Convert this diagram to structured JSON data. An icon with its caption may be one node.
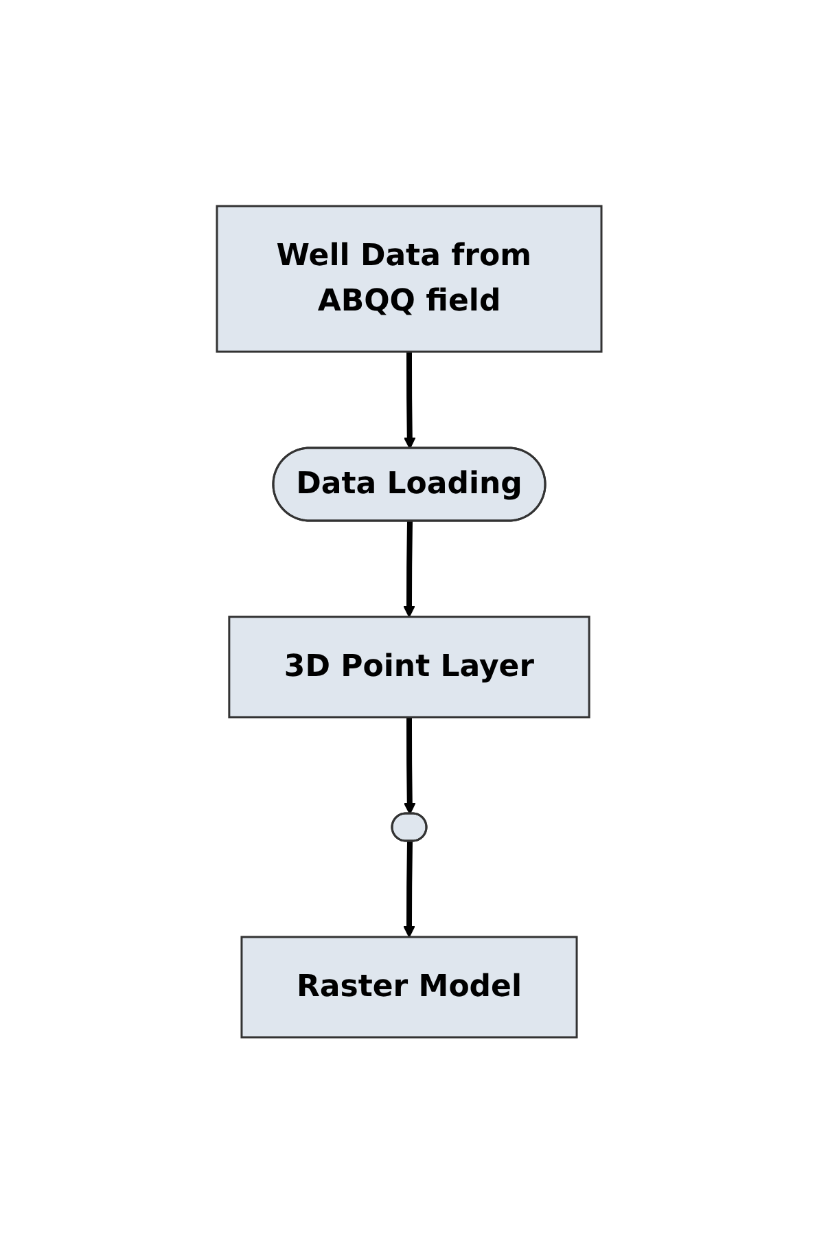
{
  "diagram": {
    "nodes": [
      {
        "text": [
          "Well Data from ABQQ field"
        ]
      },
      {
        "text": [
          "Data Loading"
        ]
      },
      {
        "text": [
          "3D Point Layer"
        ]
      },
      {
        "text": [],
        "shape": "ellipse"
      },
      {
        "text": [
          "Raster Model"
        ]
      }
    ],
    "edges": [
      {
        "from": 0,
        "to": 1,
        "arrow": "to"
      },
      {
        "from": 1,
        "to": 2,
        "arrow": "to"
      },
      {
        "from": 2,
        "to": 3,
        "arrow": "to"
      },
      {
        "from": 3,
        "to": 4,
        "arrow": "to"
      }
    ]
  }
}
